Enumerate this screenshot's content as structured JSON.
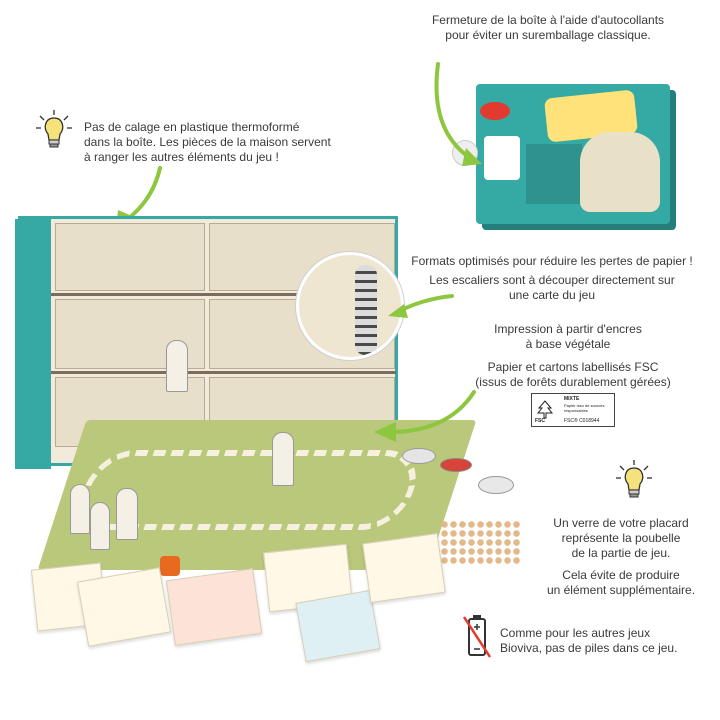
{
  "annotations": {
    "top_right": [
      "Fermeture de la boîte à l'aide d'autocollants",
      "pour éviter un suremballage classique."
    ],
    "top_left": [
      "Pas de calage en plastique thermoformé",
      "dans la boîte. Les pièces de la maison servent",
      "à ranger les autres éléments du jeu !"
    ],
    "formats": [
      "Formats optimisés pour réduire les pertes de papier !",
      "Les escaliers sont à découper directement sur",
      "une carte du jeu"
    ],
    "inks": [
      "Impression à partir d'encres",
      "à base végétale"
    ],
    "paper": [
      "Papier et cartons labellisés FSC",
      "(issus de forêts durablement gérées)"
    ],
    "glass": [
      "Un verre de votre placard",
      "représente la poubelle",
      "de la partie de jeu."
    ],
    "avoid": [
      "Cela évite de produire",
      "un élément supplémentaire."
    ],
    "battery": [
      "Comme pour les autres jeux",
      "Bioviva, pas de piles dans ce jeu."
    ]
  },
  "fsc_label": {
    "brand": "FSC",
    "category": "MIXTE",
    "description": "Papier issu de sources responsables",
    "code": "FSC® C018944"
  },
  "colors": {
    "box_teal": "#36a9a5",
    "arrow_green": "#8dc63f",
    "bulb_yellow": "#f6e27a",
    "battery_red": "#e23a2e"
  },
  "icons": [
    "lightbulb-icon",
    "lightbulb-icon",
    "no-battery-icon",
    "fsc-tree-icon"
  ]
}
